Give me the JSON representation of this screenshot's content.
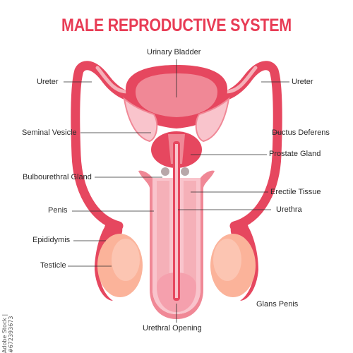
{
  "title": "MALE REPRODUCTIVE SYSTEM",
  "labels": {
    "urinary_bladder": "Urinary Bladder",
    "ureter_left": "Ureter",
    "ureter_right": "Ureter",
    "seminal_vesicle": "Seminal Vesicle",
    "ductus_deferens": "Ductus Deferens",
    "prostate_gland": "Prostate Gland",
    "bulbourethral_gland": "Bulbourethral Gland",
    "erectile_tissue": "Erectile Tissue",
    "penis": "Penis",
    "urethra": "Urethra",
    "epididymis": "Epididymis",
    "testicle": "Testicle",
    "glans_penis": "Glans Penis",
    "urethral_opening": "Urethral Opening"
  },
  "stock_id": "Adobe Stock | #672393673",
  "colors": {
    "title": "#e83c55",
    "organ_dark": "#e6475f",
    "organ_mid": "#f08896",
    "organ_light": "#f9c4cc",
    "testicle": "#fbb39a",
    "duct_light": "#f5b0b8",
    "leader": "#2b2b2b"
  }
}
